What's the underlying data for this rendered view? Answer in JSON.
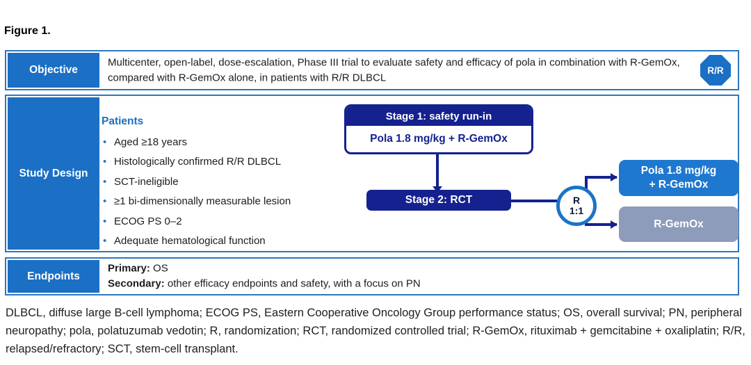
{
  "figure": {
    "caption": "Figure 1."
  },
  "colors": {
    "brand_blue": "#1b6fc4",
    "navy": "#14218f",
    "circle_blue": "#1c73c7",
    "arm_blue": "#1e78cf",
    "arm_gray": "#8d9cba",
    "row_border": "#2e76bd",
    "text_dark": "#1c1c1c"
  },
  "rows": {
    "objective": {
      "label": "Objective",
      "text": "Multicenter, open-label, dose-escalation, Phase III trial to evaluate safety and efficacy of pola in combination with R-GemOx, compared with R-GemOx alone, in patients with R/R DLBCL",
      "badge": "R/R"
    },
    "study_design": {
      "label": "Study Design",
      "patients_title": "Patients",
      "patients": [
        "Aged ≥18 years",
        "Histologically confirmed R/R DLBCL",
        "SCT-ineligible",
        "≥1 bi-dimensionally measurable lesion",
        "ECOG PS 0–2",
        "Adequate hematological function"
      ],
      "flow": {
        "stage1_title": "Stage 1: safety run-in",
        "stage1_body": "Pola 1.8 mg/kg + R-GemOx",
        "stage2": "Stage 2: RCT",
        "randomization_top": "R",
        "randomization_bottom": "1:1",
        "arm1_line1": "Pola 1.8 mg/kg",
        "arm1_line2": "+ R-GemOx",
        "arm2": "R-GemOx"
      }
    },
    "endpoints": {
      "label": "Endpoints",
      "primary_label": "Primary:",
      "primary_value": "OS",
      "secondary_label": "Secondary:",
      "secondary_value": "other efficacy endpoints and safety, with a focus on PN"
    }
  },
  "footnote": "DLBCL, diffuse large B-cell lymphoma; ECOG PS, Eastern Cooperative Oncology Group performance status; OS, overall survival; PN, peripheral neuropathy; pola, polatuzumab vedotin; R, randomization; RCT, randomized controlled trial; R-GemOx, rituximab + gemcitabine + oxaliplatin; R/R, relapsed/refractory; SCT, stem-cell transplant."
}
